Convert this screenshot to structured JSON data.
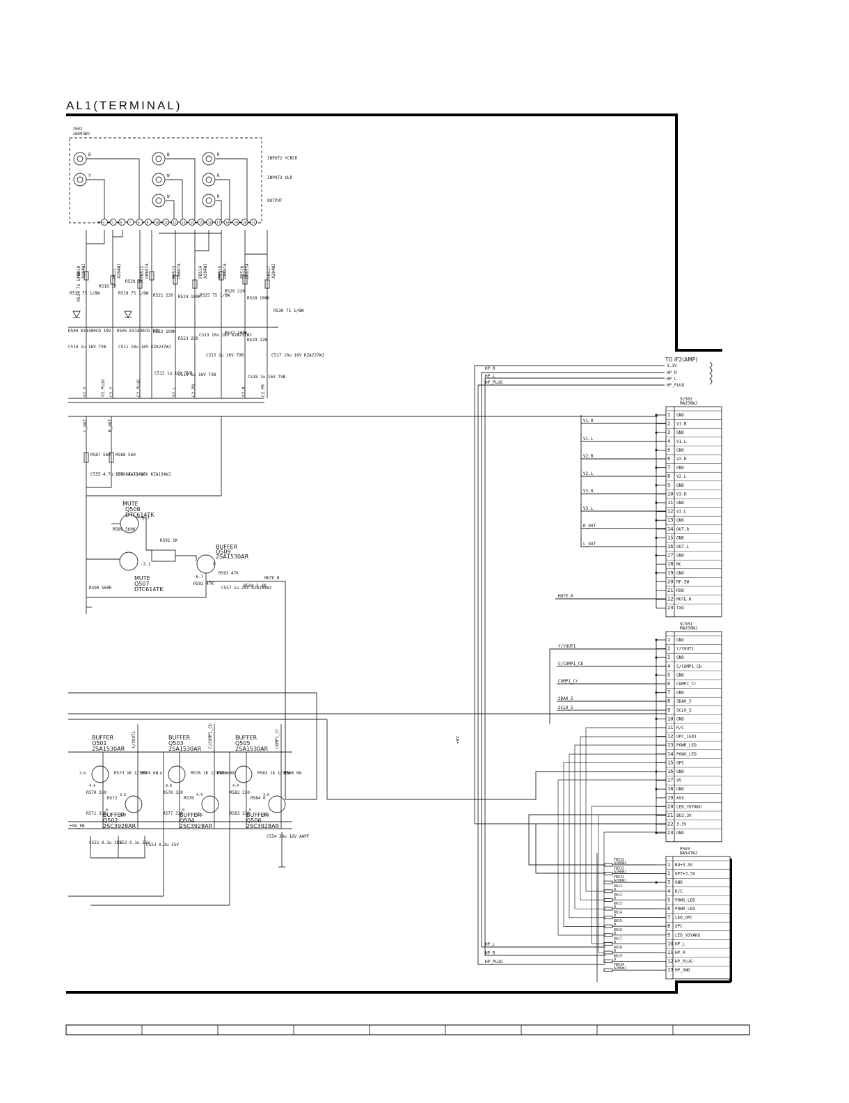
{
  "title": "AL1(TERMINAL)",
  "jack": {
    "ref": "J502",
    "part": "JA093WJ",
    "labels": [
      "INPUT2 YCBCR",
      "INPUT2 VLR",
      "OUTPUT"
    ],
    "pin_numbers": [
      "4",
      "5",
      "6",
      "7",
      "8",
      "9",
      "10",
      "11",
      "12",
      "13",
      "14",
      "15",
      "16",
      "17",
      "18",
      "19",
      "20",
      "21"
    ],
    "jack_letters": [
      "B",
      "Y",
      "B",
      "W",
      "W",
      "R",
      "R",
      "R"
    ]
  },
  "to_if2": {
    "title": "TO IF2(AMP)",
    "lines": [
      "3.3V",
      "HP_R",
      "HP_L",
      "HP_PLUG"
    ],
    "left_labels": [
      "HP_R",
      "HP_L",
      "HP_PLUG"
    ]
  },
  "connectors": [
    {
      "ref": "SC502",
      "part": "MA250WJ",
      "pins": [
        {
          "n": "1",
          "name": "GND"
        },
        {
          "n": "2",
          "name": "V1.R"
        },
        {
          "n": "3",
          "name": "GND"
        },
        {
          "n": "4",
          "name": "V1.L"
        },
        {
          "n": "5",
          "name": "GND"
        },
        {
          "n": "6",
          "name": "V2.R"
        },
        {
          "n": "7",
          "name": "GND"
        },
        {
          "n": "8",
          "name": "V2.L"
        },
        {
          "n": "9",
          "name": "GND"
        },
        {
          "n": "10",
          "name": "V3.R"
        },
        {
          "n": "11",
          "name": "GND"
        },
        {
          "n": "12",
          "name": "V3.L"
        },
        {
          "n": "13",
          "name": "GND"
        },
        {
          "n": "14",
          "name": "OUT.R"
        },
        {
          "n": "15",
          "name": "GND"
        },
        {
          "n": "16",
          "name": "OUT.L"
        },
        {
          "n": "17",
          "name": "GND"
        },
        {
          "n": "18",
          "name": "NC"
        },
        {
          "n": "19",
          "name": "GND"
        },
        {
          "n": "20",
          "name": "RF.SW"
        },
        {
          "n": "21",
          "name": "RXD"
        },
        {
          "n": "22",
          "name": "MUTE.R"
        },
        {
          "n": "23",
          "name": "TXD"
        }
      ]
    },
    {
      "ref": "SC501",
      "part": "MA250WJ",
      "pins": [
        {
          "n": "1",
          "name": "GND"
        },
        {
          "n": "2",
          "name": "Y/YOUT1"
        },
        {
          "n": "3",
          "name": "GND"
        },
        {
          "n": "4",
          "name": "C/COMP1_Cb"
        },
        {
          "n": "5",
          "name": "GND"
        },
        {
          "n": "6",
          "name": "COMP1_Cr"
        },
        {
          "n": "7",
          "name": "GND"
        },
        {
          "n": "8",
          "name": "SDA0_5"
        },
        {
          "n": "9",
          "name": "SCL0_5"
        },
        {
          "n": "10",
          "name": "GND"
        },
        {
          "n": "11",
          "name": "R/C"
        },
        {
          "n": "12",
          "name": "OPC_LED1"
        },
        {
          "n": "13",
          "name": "POWR_LED"
        },
        {
          "n": "14",
          "name": "POWG_LED"
        },
        {
          "n": "15",
          "name": "OPC"
        },
        {
          "n": "16",
          "name": "GND"
        },
        {
          "n": "17",
          "name": "9V"
        },
        {
          "n": "18",
          "name": "GND"
        },
        {
          "n": "19",
          "name": "ASV"
        },
        {
          "n": "20",
          "name": "LED_YOYAKU"
        },
        {
          "n": "21",
          "name": "BU3.3V"
        },
        {
          "n": "22",
          "name": "3.3V"
        },
        {
          "n": "23",
          "name": "GND"
        }
      ]
    },
    {
      "ref": "P503",
      "part": "NA547WJ",
      "pins": [
        {
          "n": "1",
          "name": "BU+3.3V"
        },
        {
          "n": "2",
          "name": "OPT+3.3V"
        },
        {
          "n": "3",
          "name": "GND"
        },
        {
          "n": "4",
          "name": "R/C"
        },
        {
          "n": "5",
          "name": "POWG_LED"
        },
        {
          "n": "6",
          "name": "POWR_LED"
        },
        {
          "n": "7",
          "name": "LED_OPC"
        },
        {
          "n": "8",
          "name": "OPC"
        },
        {
          "n": "9",
          "name": "LED_YOYAKU"
        },
        {
          "n": "10",
          "name": "HP_L"
        },
        {
          "n": "11",
          "name": "HP_R"
        },
        {
          "n": "12",
          "name": "HP_PLUG"
        },
        {
          "n": "13",
          "name": "HP_GND"
        }
      ]
    }
  ],
  "sc502_signals": [
    "V1.R",
    "V1.L",
    "V2.R",
    "V2.L",
    "V3.R",
    "V3.L",
    "R_OUT",
    "L_OUT",
    "MUTE.R"
  ],
  "sc501_signals": [
    "Y/YOUT1",
    "C/COMP1_Cb",
    "COMP1_Cr",
    "SDA0_5",
    "SCL0_5"
  ],
  "p503_resistors": [
    {
      "ref": "FB532",
      "val": "A206WJ"
    },
    {
      "ref": "FB533",
      "val": "A206WJ"
    },
    {
      "ref": "FB531",
      "val": "A206WJ"
    },
    {
      "ref": "R611",
      "val": "0"
    },
    {
      "ref": "R612",
      "val": "0"
    },
    {
      "ref": "R613",
      "val": "0"
    },
    {
      "ref": "R614",
      "val": "0"
    },
    {
      "ref": "R615",
      "val": "0"
    },
    {
      "ref": "R616",
      "val": "0"
    },
    {
      "ref": "R617",
      "val": "0"
    },
    {
      "ref": "R618",
      "val": "0"
    },
    {
      "ref": "R619",
      "val": "0"
    },
    {
      "ref": "FB534",
      "val": "A206WJ"
    }
  ],
  "p503_left": [
    "HP_L",
    "HP_R",
    "HP_PLUG"
  ],
  "input_parts": [
    {
      "ref": "FB510",
      "val": "A204WJ"
    },
    {
      "ref": "R511",
      "val": "A204WJ"
    },
    {
      "ref": "FB512",
      "val": "D065TA"
    },
    {
      "ref": "FB513",
      "val": "D065TA"
    },
    {
      "ref": "FB514",
      "val": "A204WJ"
    },
    {
      "ref": "FB515",
      "val": "D065TA"
    },
    {
      "ref": "FB516",
      "val": "D065TA"
    },
    {
      "ref": "FB517",
      "val": "A204WJ"
    }
  ],
  "input_values": [
    "R517 75 1/8W",
    "R518 1K",
    "R519 75 1/8W",
    "R520 1K",
    "R521 220",
    "R522 100K",
    "R523 220",
    "R524 100K",
    "R525 75 1/8W",
    "R526 220",
    "R527 100K",
    "R528 100K",
    "R529 220",
    "R530 75 1/8W",
    "D504 EX1400CD 10V",
    "D505 EX1400CD 10V",
    "C510 1u 16V TVB",
    "C511 10u 16V KZA237WJ",
    "C512 1u 16V TVB",
    "C513 10u 16V KZA237WJ",
    "C514 1u 16V TVB",
    "C515 1u 16V TVB",
    "C517 10u 16V KZA237WJ",
    "C518 1u 16V TVB"
  ],
  "bus_labels": [
    "V2.Y",
    "V2.PLUG",
    "C2.Y",
    "C2.PLUG",
    "V2.L",
    "C2.PB",
    "V2.R",
    "C2.PR",
    "L_OUT",
    "R_OUT"
  ],
  "mute_section": {
    "r587": "R587 560",
    "r588": "R588 560",
    "c555": "C555 4.7u 16V KZA134WJ",
    "c556": "C556 4.7u 16V KZA134WJ",
    "q508": [
      "MUTE",
      "Q508",
      "DTC614TK"
    ],
    "q507": [
      "MUTE",
      "Q507",
      "DTC614TK"
    ],
    "q509": [
      "BUFFER",
      "Q509",
      "2SA1530AR"
    ],
    "r589": "R589 560K",
    "r590": "R590 560K",
    "r591": "R591 1K",
    "r592": "R592 47K",
    "r593": "R593 47K",
    "r594": "R594 3.3K",
    "c557": "C557 1u 25V KZA104WJ",
    "volt_a": "6.7",
    "volt_b": "-3.1",
    "volt_c": "-6.7",
    "volt_d": "0",
    "mute_r": "MUTE.R"
  },
  "buffer_section": {
    "stages": [
      {
        "top": [
          "BUFFER",
          "Q501",
          "2SA1530AR"
        ],
        "bottom": [
          "BUFFER",
          "Q502",
          "2SC3928AR"
        ],
        "rails": [
          "R573 1K 1/10W",
          "R574 68",
          "R570 330",
          "R572",
          "R571 330"
        ]
      },
      {
        "top": [
          "BUFFER",
          "Q503",
          "2SA1530AR"
        ],
        "bottom": [
          "BUFFER",
          "Q504",
          "2SC3928AR"
        ],
        "rails": [
          "R576 1K 1/10W",
          "R580 68",
          "R578 330",
          "R578",
          "R577 330"
        ]
      },
      {
        "top": [
          "BUFFER",
          "Q505",
          "2SA1530AR"
        ],
        "bottom": [
          "BUFFER",
          "Q506",
          "2SC3928AR"
        ],
        "rails": [
          "R583 1K 1/10W",
          "R586 68",
          "R582 330",
          "R584 0",
          "R583 330"
        ]
      }
    ],
    "vertical_labels": [
      "Y/YOUT1",
      "C/COMP1_Cb",
      "COMP1_Cr"
    ],
    "v9": "+9V_FB",
    "v9_vertical": "+9V",
    "caps": [
      "C551 0.1u 25V",
      "C552 0.1u 25V",
      "C553 0.1u 25V",
      "C554 39u 16V AAPF"
    ],
    "volts": [
      "3.8",
      "4.4",
      "3.0",
      "3.9",
      "0",
      "3.8",
      "3.0",
      "4.4",
      "3.9",
      "0",
      "3.8",
      "4.4",
      "3.0",
      "3.9",
      "0"
    ]
  },
  "footer_columns": 9
}
